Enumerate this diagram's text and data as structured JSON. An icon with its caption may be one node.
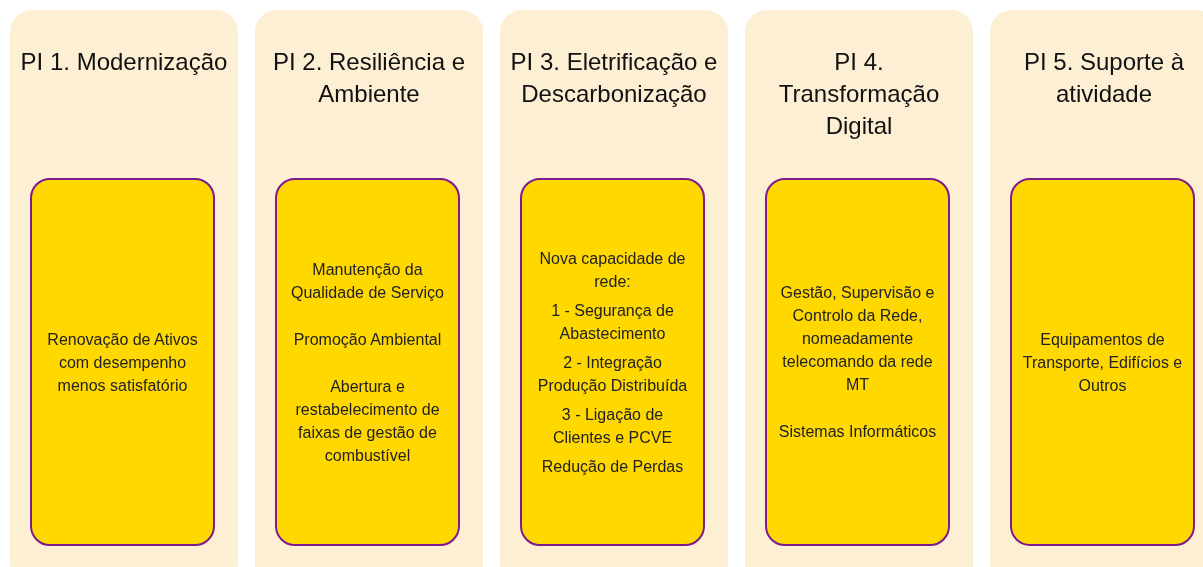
{
  "diagram": {
    "nodes": [
      {
        "text": [
          "PI 1. Modernização"
        ]
      },
      {
        "text": [
          "Renovação de Ativos com desempenho menos satisfatório"
        ],
        "in": 0
      },
      {
        "text": [
          "PI 2. Resiliência e Ambiente"
        ]
      },
      {
        "text": [
          "Manutenção da Qualidade de Serviço",
          "Promoção Ambiental",
          "Abertura e restabelecimento de faixas de gestão de combustível"
        ],
        "in": 2
      },
      {
        "text": [
          "PI 3. Eletrificação e Descarbonização"
        ]
      },
      {
        "text": [
          "Nova capacidade de rede:",
          "1 - Segurança de Abastecimento",
          "2 - Integração Produção Distribuída",
          "3 - Ligação de Clientes e PCVE",
          "Redução de Perdas"
        ],
        "in": 4
      },
      {
        "text": [
          "PI 4. Transformação Digital"
        ]
      },
      {
        "text": [
          "Gestão, Supervisão e Controlo da Rede, nomeadamente telecomando da rede MT",
          "Sistemas Informáticos"
        ],
        "in": 6
      },
      {
        "text": [
          "PI 5. Suporte à atividade"
        ]
      },
      {
        "text": [
          "Equipamentos de Transporte, Edifícios e Outros"
        ],
        "in": 8
      }
    ]
  }
}
